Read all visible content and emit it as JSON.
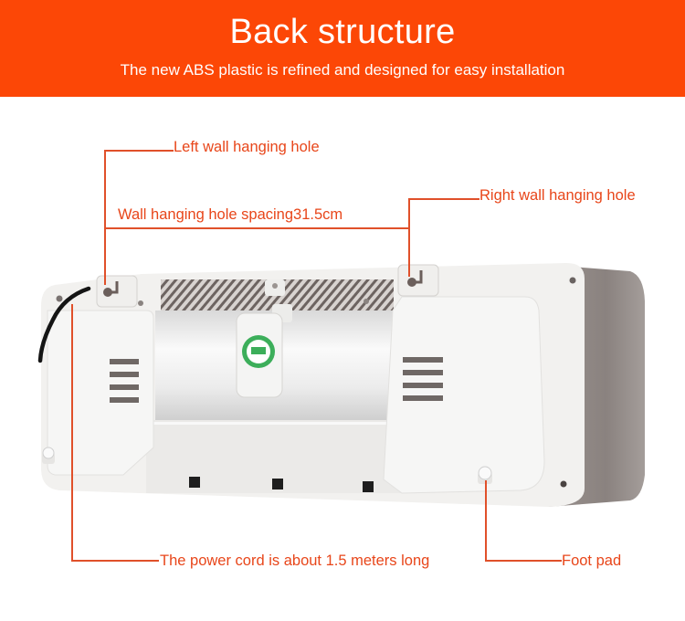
{
  "header": {
    "title": "Back structure",
    "subtitle": "The new ABS plastic is refined and designed for easy installation",
    "background_color": "#fc4706",
    "text_color": "#ffffff"
  },
  "annotations": {
    "color": "#e8461a",
    "left_hole": "Left wall hanging hole",
    "hole_spacing": "Wall hanging hole spacing31.5cm",
    "right_hole": "Right wall hanging hole",
    "power_cord": "The power cord is about 1.5 meters long",
    "foot_pad": "Foot pad"
  },
  "product": {
    "description": "White ABS wall-mounted unit, back view",
    "body_color": "#f2f1ef",
    "shadow_color": "#8e8784"
  }
}
